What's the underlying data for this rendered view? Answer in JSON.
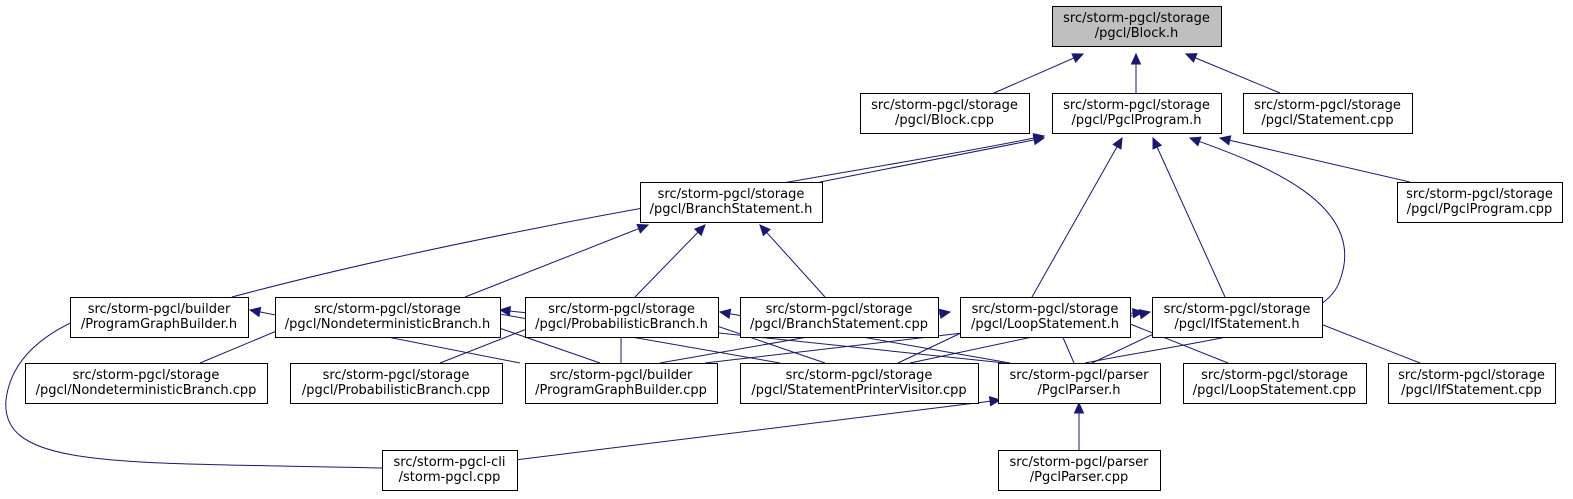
{
  "colors": {
    "edge": "#191970",
    "root_fill": "#bfbfbf",
    "node_fill": "#ffffff",
    "border": "#000000"
  },
  "nodes": {
    "block_h": [
      "src/storm-pgcl/storage",
      "/pgcl/Block.h"
    ],
    "block_cpp": [
      "src/storm-pgcl/storage",
      "/pgcl/Block.cpp"
    ],
    "pgclprogram_h": [
      "src/storm-pgcl/storage",
      "/pgcl/PgclProgram.h"
    ],
    "statement_cpp": [
      "src/storm-pgcl/storage",
      "/pgcl/Statement.cpp"
    ],
    "branchstatement_h": [
      "src/storm-pgcl/storage",
      "/pgcl/BranchStatement.h"
    ],
    "pgclprogram_cpp": [
      "src/storm-pgcl/storage",
      "/pgcl/PgclProgram.cpp"
    ],
    "programgraphbuilder_h": [
      "src/storm-pgcl/builder",
      "/ProgramGraphBuilder.h"
    ],
    "nondeterministicbranch_h": [
      "src/storm-pgcl/storage",
      "/pgcl/NondeterministicBranch.h"
    ],
    "probabilisticbranch_h": [
      "src/storm-pgcl/storage",
      "/pgcl/ProbabilisticBranch.h"
    ],
    "branchstatement_cpp": [
      "src/storm-pgcl/storage",
      "/pgcl/BranchStatement.cpp"
    ],
    "loopstatement_h": [
      "src/storm-pgcl/storage",
      "/pgcl/LoopStatement.h"
    ],
    "ifstatement_h": [
      "src/storm-pgcl/storage",
      "/pgcl/IfStatement.h"
    ],
    "nondeterministicbranch_cpp": [
      "src/storm-pgcl/storage",
      "/pgcl/NondeterministicBranch.cpp"
    ],
    "probabilisticbranch_cpp": [
      "src/storm-pgcl/storage",
      "/pgcl/ProbabilisticBranch.cpp"
    ],
    "programgraphbuilder_cpp": [
      "src/storm-pgcl/builder",
      "/ProgramGraphBuilder.cpp"
    ],
    "statementprintervisitor_cpp": [
      "src/storm-pgcl/storage",
      "/pgcl/StatementPrinterVisitor.cpp"
    ],
    "pgclparser_h": [
      "src/storm-pgcl/parser",
      "/PgclParser.h"
    ],
    "loopstatement_cpp": [
      "src/storm-pgcl/storage",
      "/pgcl/LoopStatement.cpp"
    ],
    "ifstatement_cpp": [
      "src/storm-pgcl/storage",
      "/pgcl/IfStatement.cpp"
    ],
    "storm_pgcl_cpp": [
      "src/storm-pgcl-cli",
      "/storm-pgcl.cpp"
    ],
    "pgclparser_cpp": [
      "src/storm-pgcl/parser",
      "/PgclParser.cpp"
    ]
  }
}
